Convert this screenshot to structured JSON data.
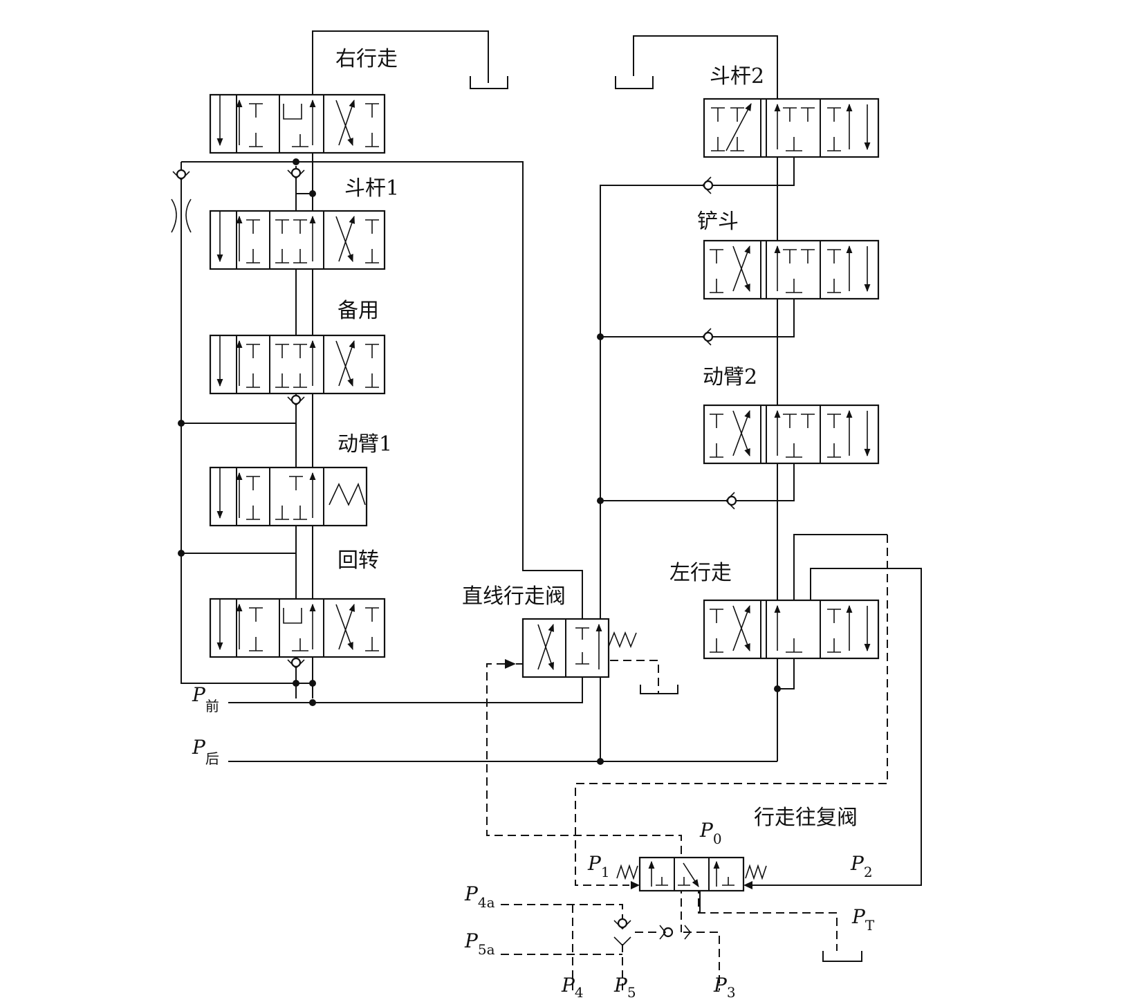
{
  "labels": {
    "right_travel": "右行走",
    "arm1": "斗杆1",
    "spare": "备用",
    "boom1": "动臂1",
    "swing": "回转",
    "arm2": "斗杆2",
    "bucket": "铲斗",
    "boom2": "动臂2",
    "left_travel": "左行走",
    "straight_travel_valve": "直线行走阀",
    "travel_shuttle_valve": "行走往复阀"
  },
  "ports": {
    "p_front": {
      "main": "P",
      "sub": "前"
    },
    "p_rear": {
      "main": "P",
      "sub": "后"
    },
    "p0": {
      "main": "P",
      "sub": "0"
    },
    "p1": {
      "main": "P",
      "sub": "1"
    },
    "p2": {
      "main": "P",
      "sub": "2"
    },
    "pt": {
      "main": "P",
      "sub": "T"
    },
    "p3": {
      "main": "P",
      "sub": "3"
    },
    "p4": {
      "main": "P",
      "sub": "4"
    },
    "p5": {
      "main": "P",
      "sub": "5"
    },
    "p4a": {
      "main": "P",
      "sub": "4a"
    },
    "p5a": {
      "main": "P",
      "sub": "5a"
    }
  }
}
